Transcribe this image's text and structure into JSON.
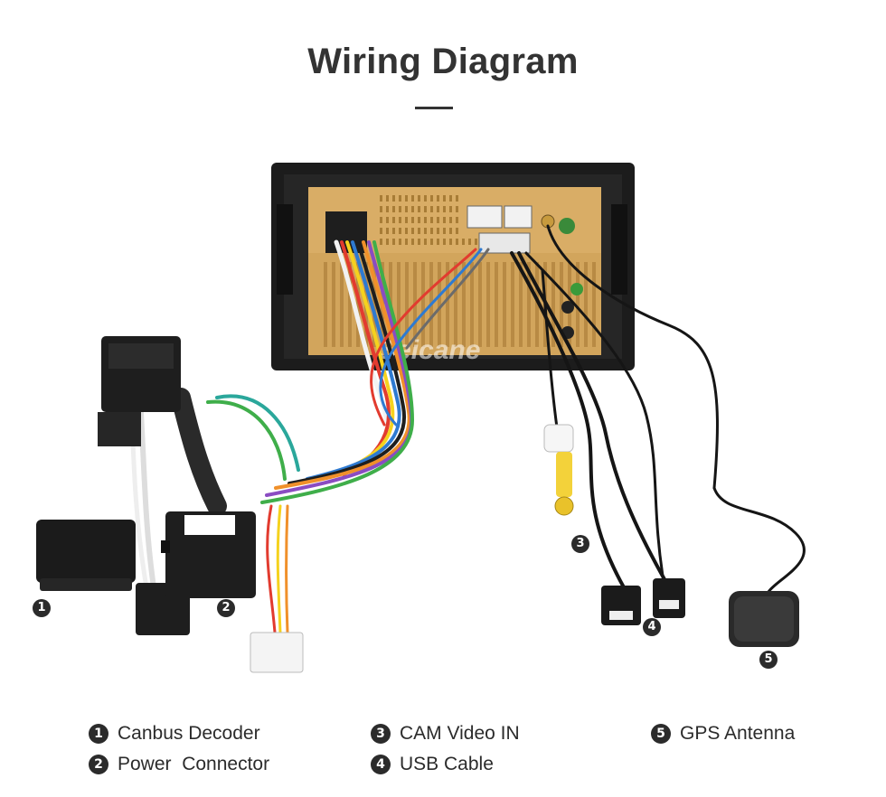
{
  "header": {
    "title": "Wiring Diagram"
  },
  "diagram": {
    "watermark": "Seicane",
    "callouts": [
      {
        "number": "1"
      },
      {
        "number": "2"
      },
      {
        "number": "3"
      },
      {
        "number": "4"
      },
      {
        "number": "5"
      }
    ]
  },
  "legend": {
    "items": [
      {
        "number": "1",
        "label": "Canbus Decoder"
      },
      {
        "number": "2",
        "label": "Power  Connector"
      },
      {
        "number": "3",
        "label": "CAM Video IN"
      },
      {
        "number": "4",
        "label": "USB Cable"
      },
      {
        "number": "5",
        "label": "GPS Antenna"
      }
    ]
  },
  "colors": {
    "title": "#333333",
    "stereo_frame": "#1c1c1c",
    "stereo_back_panel": "#d9ad66",
    "connector_black": "#1e1e1e",
    "rca_yellow": "#f3d23a",
    "marker_fill": "#2b2b2b"
  }
}
